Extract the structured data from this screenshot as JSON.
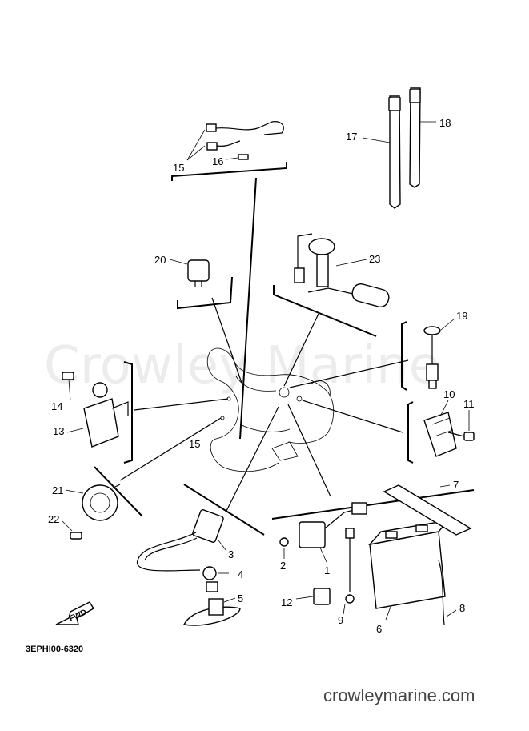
{
  "watermark": "Crowley Marine",
  "website": "crowleymarine.com",
  "diagram_code": "3EPHI00-6320",
  "fwd_label": "FWD",
  "callouts": {
    "c1": "1",
    "c2": "2",
    "c3": "3",
    "c4": "4",
    "c5": "5",
    "c6": "6",
    "c7": "7",
    "c8": "8",
    "c9": "9",
    "c10": "10",
    "c11": "11",
    "c12": "12",
    "c13": "13",
    "c14": "14",
    "c15a": "15",
    "c15b": "15",
    "c16": "16",
    "c17": "17",
    "c18": "18",
    "c19": "19",
    "c20": "20",
    "c21": "21",
    "c22": "22",
    "c23": "23"
  }
}
